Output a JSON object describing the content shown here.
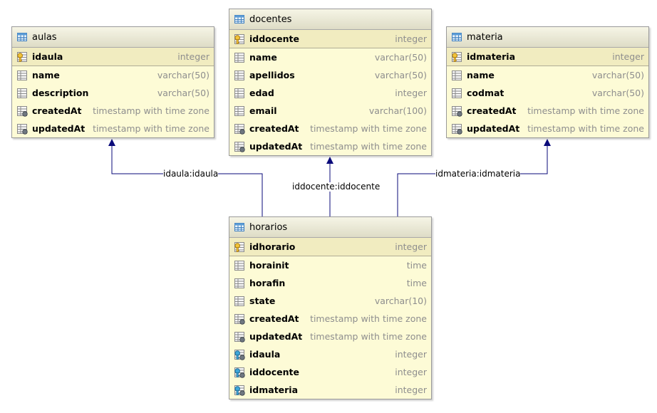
{
  "colors": {
    "line": "#0a0a7a",
    "table_bg": "#fdfbd6",
    "pk_row_bg": "#f1ecc0",
    "type_text": "#8e8e8e"
  },
  "tables": {
    "aulas": {
      "name": "aulas",
      "columns": [
        {
          "name": "idaula",
          "type": "integer",
          "icon": "primary-key-icon"
        },
        {
          "name": "name",
          "type": "varchar(50)",
          "icon": "column-icon"
        },
        {
          "name": "description",
          "type": "varchar(50)",
          "icon": "column-icon"
        },
        {
          "name": "createdAt",
          "type": "timestamp with time zone",
          "icon": "not-null-column-icon"
        },
        {
          "name": "updatedAt",
          "type": "timestamp with time zone",
          "icon": "not-null-column-icon"
        }
      ]
    },
    "docentes": {
      "name": "docentes",
      "columns": [
        {
          "name": "iddocente",
          "type": "integer",
          "icon": "primary-key-icon"
        },
        {
          "name": "name",
          "type": "varchar(50)",
          "icon": "column-icon"
        },
        {
          "name": "apellidos",
          "type": "varchar(50)",
          "icon": "column-icon"
        },
        {
          "name": "edad",
          "type": "integer",
          "icon": "column-icon"
        },
        {
          "name": "email",
          "type": "varchar(100)",
          "icon": "column-icon"
        },
        {
          "name": "createdAt",
          "type": "timestamp with time zone",
          "icon": "not-null-column-icon"
        },
        {
          "name": "updatedAt",
          "type": "timestamp with time zone",
          "icon": "not-null-column-icon"
        }
      ]
    },
    "materia": {
      "name": "materia",
      "columns": [
        {
          "name": "idmateria",
          "type": "integer",
          "icon": "primary-key-icon"
        },
        {
          "name": "name",
          "type": "varchar(50)",
          "icon": "column-icon"
        },
        {
          "name": "codmat",
          "type": "varchar(50)",
          "icon": "column-icon"
        },
        {
          "name": "createdAt",
          "type": "timestamp with time zone",
          "icon": "not-null-column-icon"
        },
        {
          "name": "updatedAt",
          "type": "timestamp with time zone",
          "icon": "not-null-column-icon"
        }
      ]
    },
    "horarios": {
      "name": "horarios",
      "columns": [
        {
          "name": "idhorario",
          "type": "integer",
          "icon": "primary-key-icon"
        },
        {
          "name": "horainit",
          "type": "time",
          "icon": "column-icon"
        },
        {
          "name": "horafin",
          "type": "time",
          "icon": "column-icon"
        },
        {
          "name": "state",
          "type": "varchar(10)",
          "icon": "column-icon"
        },
        {
          "name": "createdAt",
          "type": "timestamp with time zone",
          "icon": "not-null-column-icon"
        },
        {
          "name": "updatedAt",
          "type": "timestamp with time zone",
          "icon": "not-null-column-icon"
        },
        {
          "name": "idaula",
          "type": "integer",
          "icon": "foreign-key-icon"
        },
        {
          "name": "iddocente",
          "type": "integer",
          "icon": "foreign-key-icon"
        },
        {
          "name": "idmateria",
          "type": "integer",
          "icon": "foreign-key-icon"
        }
      ]
    }
  },
  "relations": [
    {
      "label": "idaula:idaula",
      "from": "horarios",
      "to": "aulas"
    },
    {
      "label": "iddocente:iddocente",
      "from": "horarios",
      "to": "docentes"
    },
    {
      "label": "idmateria:idmateria",
      "from": "horarios",
      "to": "materia"
    }
  ]
}
